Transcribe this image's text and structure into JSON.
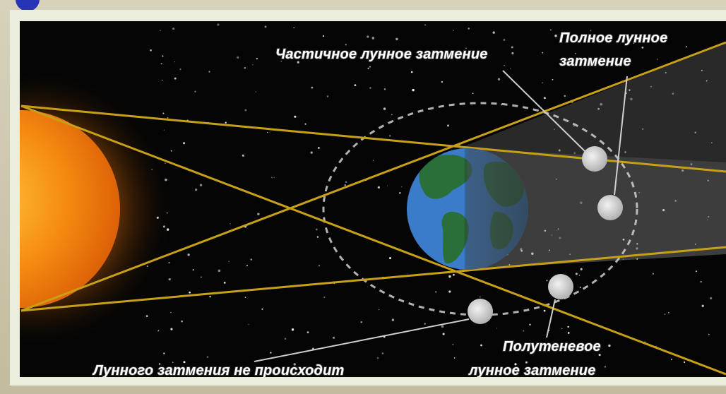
{
  "labels": {
    "partial": "Частичное лунное затмение",
    "total_line1": "Полное лунное",
    "total_line2": "затмение",
    "penumbral_line1": "Полутеневое",
    "penumbral_line2": "лунное затмение",
    "none": "Лунного затмения не происходит"
  },
  "colors": {
    "space": "#050505",
    "sun": "#f58a10",
    "earth_ocean": "#3a7cc8",
    "earth_land": "#2a6e3a",
    "ray": "#c8a018",
    "moon": "#d8d8d8"
  }
}
